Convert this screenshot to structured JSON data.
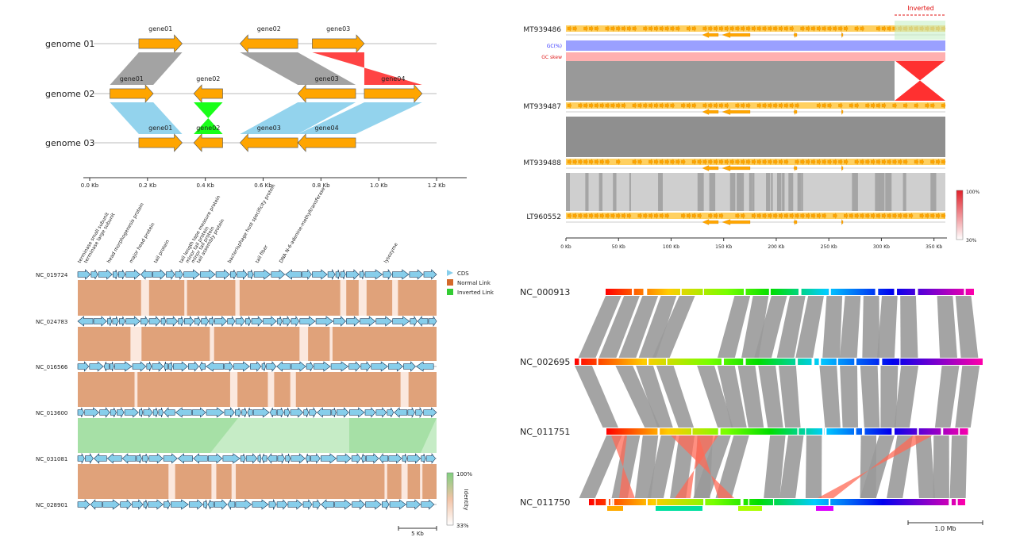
{
  "colors": {
    "gene": "#ffa500",
    "gene_stroke": "#555555",
    "cds": "#87ceeb",
    "link_grey": "#999999",
    "link_red": "#ff3030",
    "link_green": "#00ff00",
    "link_blue": "#87ceeb",
    "normal_link": "#e0a27a",
    "inverted_link": "#8fd68f",
    "gc": "#9aa0ff",
    "gcskew": "#ffb0b0"
  },
  "panel1": {
    "genomes": [
      {
        "name": "genome 01",
        "genes": [
          {
            "label": "gene01",
            "start": 0.17,
            "end": 0.32,
            "strand": 1
          },
          {
            "label": "gene02",
            "start": 0.52,
            "end": 0.72,
            "strand": -1
          },
          {
            "label": "gene03",
            "start": 0.77,
            "end": 0.95,
            "strand": 1
          }
        ]
      },
      {
        "name": "genome 02",
        "genes": [
          {
            "label": "gene01",
            "start": 0.07,
            "end": 0.22,
            "strand": 1
          },
          {
            "label": "gene02",
            "start": 0.36,
            "end": 0.46,
            "strand": -1
          },
          {
            "label": "gene03",
            "start": 0.72,
            "end": 0.92,
            "strand": -1
          },
          {
            "label": "gene04",
            "start": 0.95,
            "end": 1.15,
            "strand": 1
          }
        ]
      },
      {
        "name": "genome 03",
        "genes": [
          {
            "label": "gene01",
            "start": 0.17,
            "end": 0.32,
            "strand": 1
          },
          {
            "label": "gene02",
            "start": 0.36,
            "end": 0.46,
            "strand": -1
          },
          {
            "label": "gene03",
            "start": 0.52,
            "end": 0.72,
            "strand": -1
          },
          {
            "label": "gene04",
            "start": 0.72,
            "end": 0.92,
            "strand": -1
          }
        ]
      }
    ],
    "ticks": [
      "0.0 Kb",
      "0.2 Kb",
      "0.4 Kb",
      "0.6 Kb",
      "0.8 Kb",
      "1.0 Kb",
      "1.2 Kb"
    ]
  },
  "panel2": {
    "inverted_label": "Inverted",
    "gc_label": "GC(%)",
    "gcskew_label": "GC skew",
    "genomes": [
      "MT939486",
      "MT939487",
      "MT939488",
      "LT960552"
    ],
    "ticks": [
      "0 Kb",
      "50 Kb",
      "100 Kb",
      "150 Kb",
      "200 Kb",
      "250 Kb",
      "300 Kb",
      "350 Kb"
    ],
    "colorbar_max": "100%",
    "colorbar_min": "30%"
  },
  "panel3": {
    "genomes": [
      "NC_019724",
      "NC_024783",
      "NC_016566",
      "NC_013600",
      "NC_031081",
      "NC_028901"
    ],
    "annotations": [
      "terminase small subunit",
      "terminase large subunit",
      "head morphogenesis protein",
      "major head protein",
      "tail protein",
      "tail length tape measure protein",
      "minor tail protein",
      "minor tail protein",
      "tail assembly protein",
      "bacteriophage host specificity protein",
      "tail fiber",
      "DNA N-6-adenine-methyltransferase",
      "lysozyme"
    ],
    "legend": [
      "CDS",
      "Normal Link",
      "Inverted Link"
    ],
    "colorbar_label": "Identity",
    "colorbar_max": "100%",
    "colorbar_min": "33%",
    "scale_label": "5 Kb"
  },
  "panel4": {
    "genomes": [
      "NC_000913",
      "NC_002695",
      "NC_011751",
      "NC_011750"
    ],
    "scale_label": "1.0 Mb"
  }
}
